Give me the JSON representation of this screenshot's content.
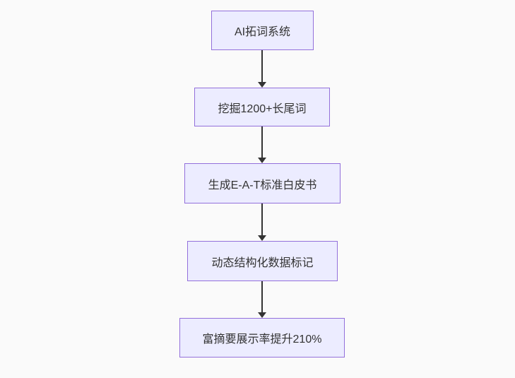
{
  "diagram": {
    "type": "flowchart",
    "direction": "top-down",
    "background_color": "#fafafa",
    "node_fill_color": "#ECECFF",
    "node_border_color": "#9370DB",
    "text_color": "#333333",
    "arrow_color": "#333333",
    "nodes": [
      {
        "id": "A",
        "label": "AI拓词系统"
      },
      {
        "id": "B",
        "label": "挖掘1200+长尾词"
      },
      {
        "id": "C",
        "label": "生成E-A-T标准白皮书"
      },
      {
        "id": "D",
        "label": "动态结构化数据标记"
      },
      {
        "id": "E",
        "label": "富摘要展示率提升210%"
      }
    ],
    "edges": [
      {
        "from": "A",
        "to": "B"
      },
      {
        "from": "B",
        "to": "C"
      },
      {
        "from": "C",
        "to": "D"
      },
      {
        "from": "D",
        "to": "E"
      }
    ]
  }
}
